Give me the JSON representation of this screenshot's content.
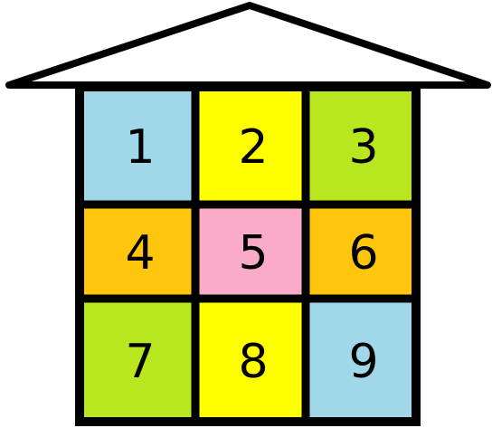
{
  "colors": {
    "outline": "#000000",
    "roof_fill": "#ffffff",
    "light_blue": "#a0d8ea",
    "yellow": "#ffff00",
    "lime": "#b8e61f",
    "orange": "#ffc60d",
    "pink": "#f9abc8"
  },
  "grid": {
    "rows": 3,
    "cols": 3,
    "cells": [
      {
        "label": "1",
        "color": "#a0d8ea"
      },
      {
        "label": "2",
        "color": "#ffff00"
      },
      {
        "label": "3",
        "color": "#b8e61f"
      },
      {
        "label": "4",
        "color": "#ffc60d"
      },
      {
        "label": "5",
        "color": "#f9abc8"
      },
      {
        "label": "6",
        "color": "#ffc60d"
      },
      {
        "label": "7",
        "color": "#b8e61f"
      },
      {
        "label": "8",
        "color": "#ffff00"
      },
      {
        "label": "9",
        "color": "#a0d8ea"
      }
    ]
  }
}
